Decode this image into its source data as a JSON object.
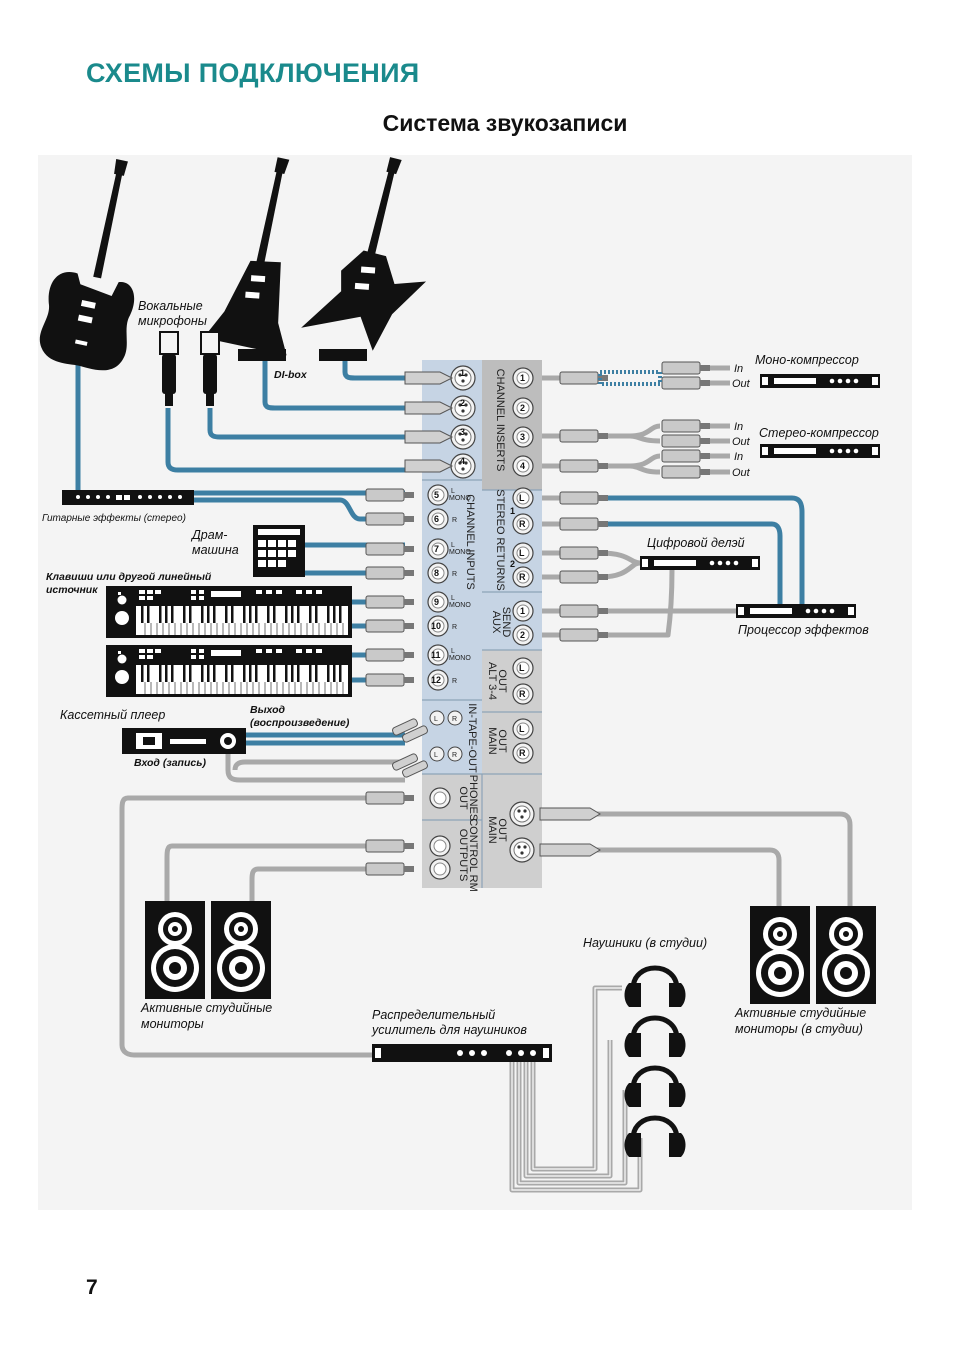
{
  "heading": "СХЕМЫ ПОДКЛЮЧЕНИЯ",
  "subtitle": "Система звукозаписи",
  "page_number": "7",
  "colors": {
    "heading": "#1a8a8c",
    "cable_blue": "#3d7fa3",
    "cable_gray": "#a9a9a9",
    "panel": "#c6d4e4"
  },
  "labels": {
    "vocal_mics": [
      "Вокальные",
      "микрофоны"
    ],
    "dibox": "DI-box",
    "guitar_fx": "Гитарные эффекты (стерео)",
    "drum_machine": [
      "Драм-",
      "машина"
    ],
    "keys_source": [
      "Клавиши или другой линейный",
      "источник"
    ],
    "cassette": "Кассетный плеер",
    "cassette_out": [
      "Выход",
      "(воспроизведение)"
    ],
    "cassette_in": "Вход (запись)",
    "mono_comp": "Моно-компрессор",
    "stereo_comp": "Стерео-компрессор",
    "digital_delay": "Цифровой делэй",
    "fx_processor": "Процессор эффектов",
    "headphones_studio": "Наушники (в студии)",
    "monitors_left": [
      "Активные студийные",
      "мониторы"
    ],
    "monitors_right": [
      "Активные студийные",
      "мониторы (в студии)"
    ],
    "hp_amp": [
      "Распределительный",
      "усилитель для наушников"
    ],
    "insert_in": "In",
    "insert_out": "Out"
  },
  "panel": {
    "channel_inserts": "CHANNEL INSERTS",
    "channel_inputs": "CHANNEL INPUTS",
    "stereo_returns": "STEREO RETURNS",
    "aux_send": [
      "AUX",
      "SEND"
    ],
    "alt_out": [
      "ALT 3-4",
      "OUT"
    ],
    "main_out_top": [
      "MAIN",
      "OUT"
    ],
    "tape": "IN-TAPE-OUT",
    "phones": [
      "PHONES",
      "OUT"
    ],
    "control_rm": [
      "CONTROL RM",
      "OUTPUTS"
    ],
    "main_out_xlr": [
      "MAIN",
      "OUT"
    ],
    "mono": "MONO",
    "left": "L",
    "right": "R",
    "xlr_numbers": [
      "1",
      "2",
      "3",
      "4"
    ],
    "insert_numbers": [
      "1",
      "2",
      "3",
      "4"
    ],
    "line_numbers": [
      "5",
      "6",
      "7",
      "8",
      "9",
      "10",
      "11",
      "12"
    ],
    "return_numbers": [
      "1",
      "2"
    ],
    "aux_numbers": [
      "1",
      "2"
    ]
  }
}
